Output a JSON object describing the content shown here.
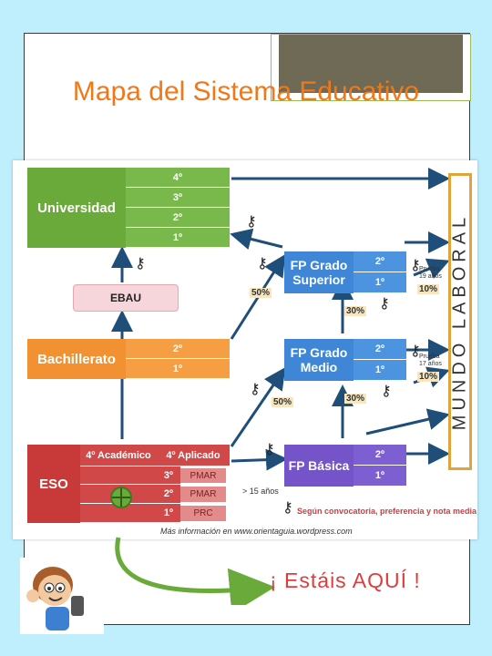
{
  "title": "Mapa del Sistema Educativo",
  "diagram": {
    "universidad": {
      "label": "Universidad",
      "years": [
        "4º",
        "3º",
        "2º",
        "1º"
      ]
    },
    "ebau": "EBAU",
    "bachillerato": {
      "label": "Bachillerato",
      "years": [
        "2º",
        "1º"
      ]
    },
    "eso": {
      "label": "ESO",
      "options": [
        "4º Académico",
        "4º Aplicado"
      ],
      "years": [
        "3º",
        "2º",
        "1º"
      ],
      "programs": [
        "PMAR",
        "PMAR",
        "PRC"
      ]
    },
    "fp_superior": {
      "label": "FP Grado Superior",
      "years": [
        "2º",
        "1º"
      ]
    },
    "fp_medio": {
      "label": "FP Grado Medio",
      "years": [
        "2º",
        "1º"
      ]
    },
    "fp_basica": {
      "label": "FP Básica",
      "years": [
        "2º",
        "1º"
      ]
    },
    "percents": [
      "50%",
      "30%",
      "50%",
      "30%",
      "10%",
      "10%"
    ],
    "prueba_19": "Prueba 19 años",
    "prueba_17": "Prueba 17 años",
    "age_note": "> 15 años",
    "convocatoria_note": "Según convocatoria, preferencia y nota media",
    "more_info": "Más información en www.orientaguia.wordpress.com",
    "mundo_laboral": "MUNDO LABORAL"
  },
  "callout": "¡ Estáis AQUÍ !",
  "colors": {
    "universidad": "#6aaa3b",
    "bachillerato": "#f29131",
    "fp": "#3f87d6",
    "fp_basica": "#7454c8",
    "eso": "#c83a3a",
    "title": "#f07818",
    "callout": "#e03c3c"
  }
}
